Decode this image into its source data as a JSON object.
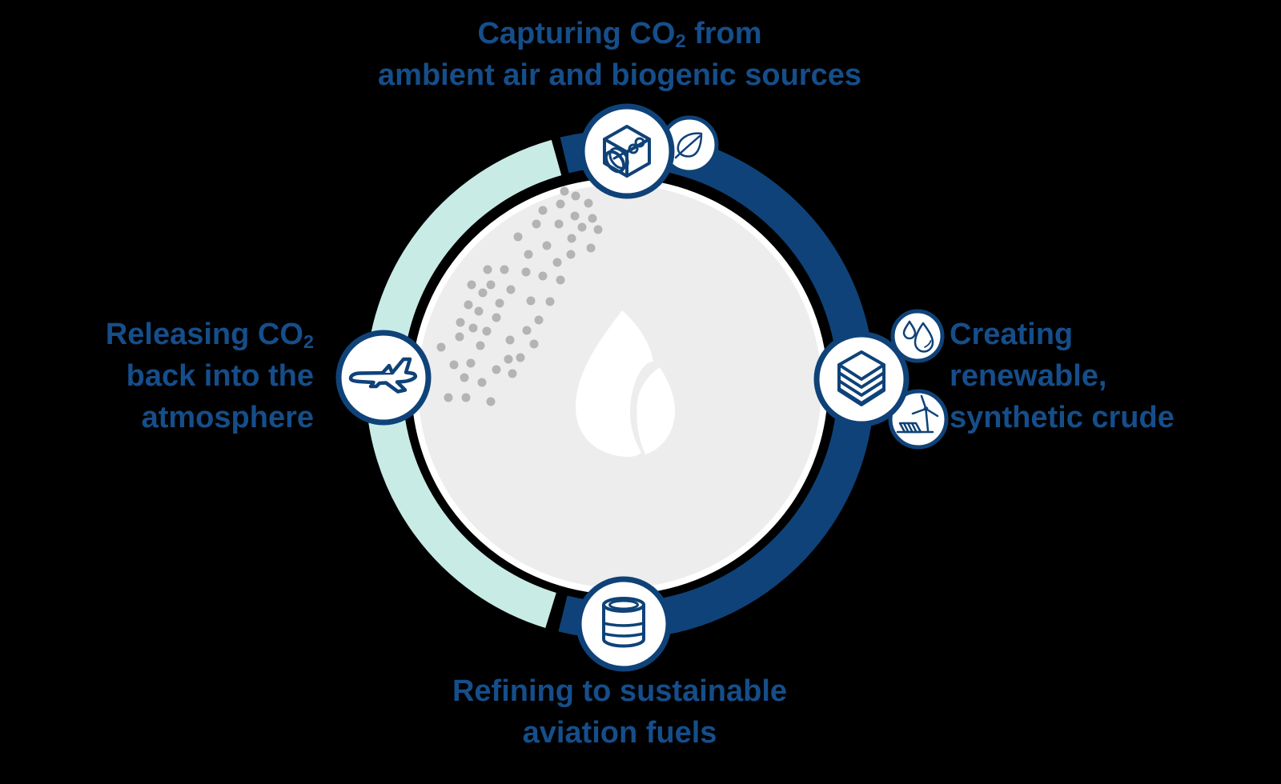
{
  "colors": {
    "navy": "#0f4278",
    "teal": "#c8ebe6",
    "circle_gray": "#ededed",
    "dot_gray": "#b4b4b4",
    "text_blue": "#154e8a",
    "white": "#ffffff",
    "bg": "#000000"
  },
  "diagram": {
    "type": "circular-cycle",
    "ring_segments": [
      {
        "name": "process-segment",
        "color": "#0f4278",
        "from": "capturing",
        "to": "refining",
        "side": "right"
      },
      {
        "name": "release-segment",
        "color": "#c8ebe6",
        "from": "refining",
        "to": "capturing",
        "side": "left"
      }
    ],
    "center_icon": "flame-icon",
    "particles_icon": "co2-dots"
  },
  "steps": {
    "top": {
      "id": "capturing",
      "lines": [
        [
          {
            "t": "Capturing CO"
          },
          {
            "t": "2",
            "sub": true
          },
          {
            "t": " from"
          }
        ],
        [
          {
            "t": "ambient air and biogenic sources"
          }
        ]
      ],
      "icons": [
        "dac-unit-icon",
        "leaf-icon"
      ]
    },
    "right": {
      "id": "creating",
      "lines": [
        [
          {
            "t": "Creating"
          }
        ],
        [
          {
            "t": "renewable,"
          }
        ],
        [
          {
            "t": "synthetic crude"
          }
        ]
      ],
      "icons": [
        "synthetic-crude-stack-icon",
        "water-drops-icon",
        "wind-solar-icon"
      ]
    },
    "bottom": {
      "id": "refining",
      "lines": [
        [
          {
            "t": "Refining to sustainable"
          }
        ],
        [
          {
            "t": "aviation fuels"
          }
        ]
      ],
      "icons": [
        "oil-barrel-icon"
      ]
    },
    "left": {
      "id": "releasing",
      "lines": [
        [
          {
            "t": "Releasing CO"
          },
          {
            "t": "2",
            "sub": true
          }
        ],
        [
          {
            "t": "back into the"
          }
        ],
        [
          {
            "t": "atmosphere"
          }
        ]
      ],
      "icons": [
        "airplane-icon"
      ]
    }
  }
}
